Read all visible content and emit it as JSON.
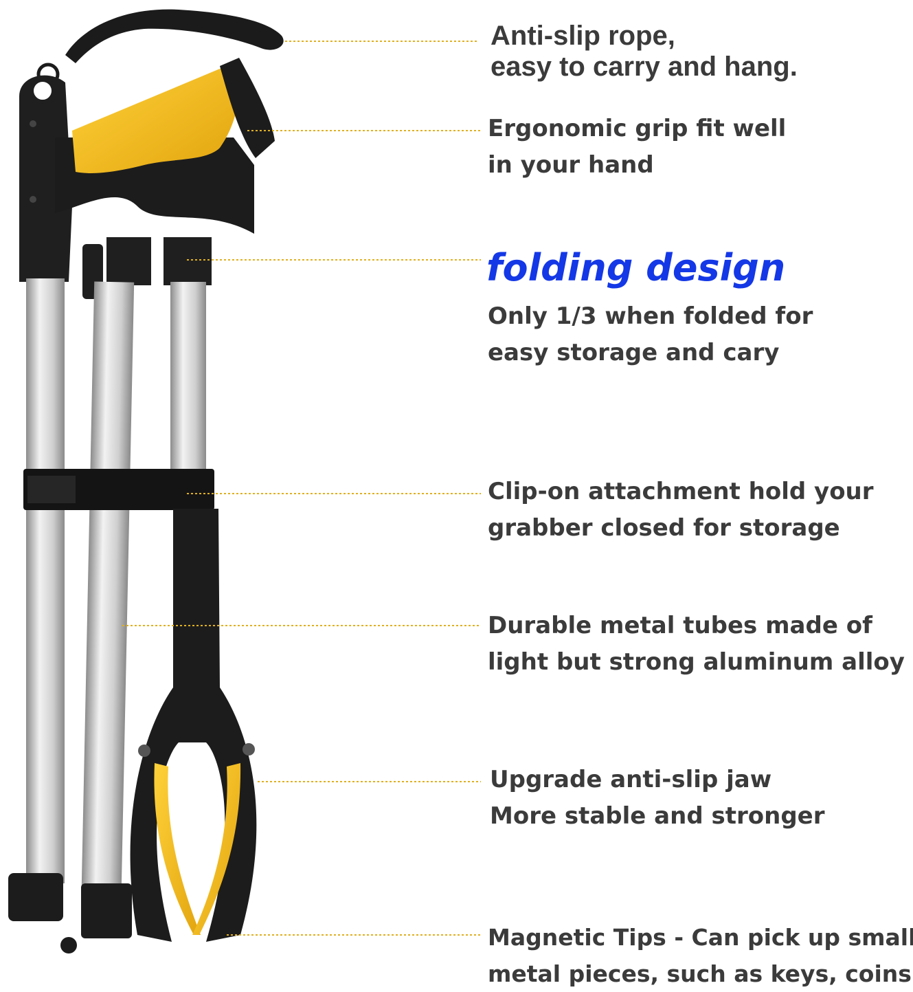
{
  "colors": {
    "text": "#3b3b3b",
    "accent": "#1438e6",
    "leader": "#e0b020",
    "grip_yellow": "#f5bd1f",
    "tube_silver": "#d9d9d9",
    "plastic_black": "#1d1d1d"
  },
  "product": {
    "icon": "foldable-grabber-reacher-illustration"
  },
  "callouts": [
    {
      "id": "rope",
      "lines": [
        "Anti-slip rope,",
        "easy to carry and hang."
      ]
    },
    {
      "id": "grip",
      "lines": [
        "Ergonomic grip fit well",
        "in your hand"
      ]
    },
    {
      "id": "folding",
      "title": "folding design",
      "lines": [
        "Only 1/3 when folded for",
        "easy storage and cary"
      ]
    },
    {
      "id": "clip",
      "lines": [
        "Clip-on attachment hold your",
        "grabber closed for storage"
      ]
    },
    {
      "id": "tubes",
      "lines": [
        "Durable metal tubes made of",
        "light but strong aluminum alloy"
      ]
    },
    {
      "id": "jaw",
      "lines": [
        "Upgrade anti-slip jaw",
        "More stable and stronger"
      ]
    },
    {
      "id": "magnet",
      "lines": [
        "Magnetic Tips - Can pick up small",
        "metal pieces, such as keys, coins"
      ]
    }
  ]
}
